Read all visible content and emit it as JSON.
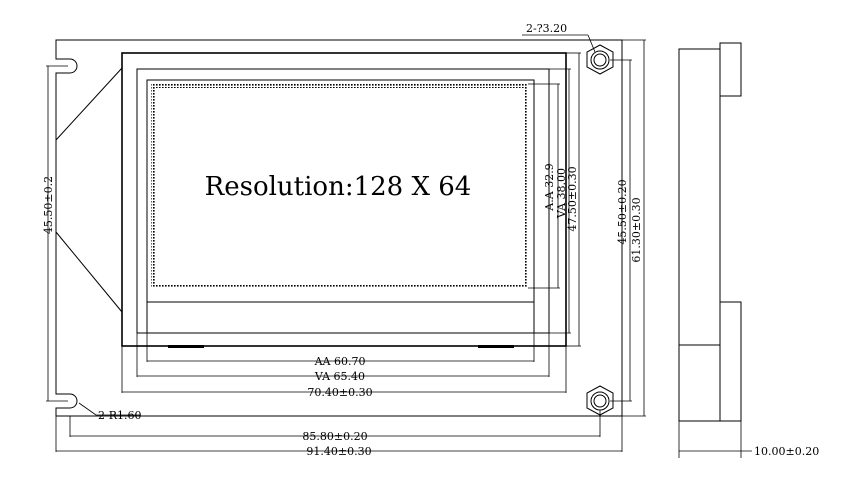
{
  "display": {
    "resolution_text": "Resolution:128 X 64"
  },
  "dimensions": {
    "aa_width": "AA 60.70",
    "va_width": "VA 65.40",
    "outline_width": "70.40±0.30",
    "hole_pitch_x": "85.80±0.20",
    "total_width": "91.40±0.30",
    "left_height": "45.50±0.2",
    "aa_height": "A.A 32.9",
    "va_height": "VA 38.00",
    "outline_height": "47.50±0.30",
    "hole_pitch_y": "45.50±0.20",
    "total_height": "61.30±0.30",
    "side_thickness": "10.00±0.20",
    "hole_callout": "2-?3.20",
    "radius_callout": "2-R1.60"
  }
}
